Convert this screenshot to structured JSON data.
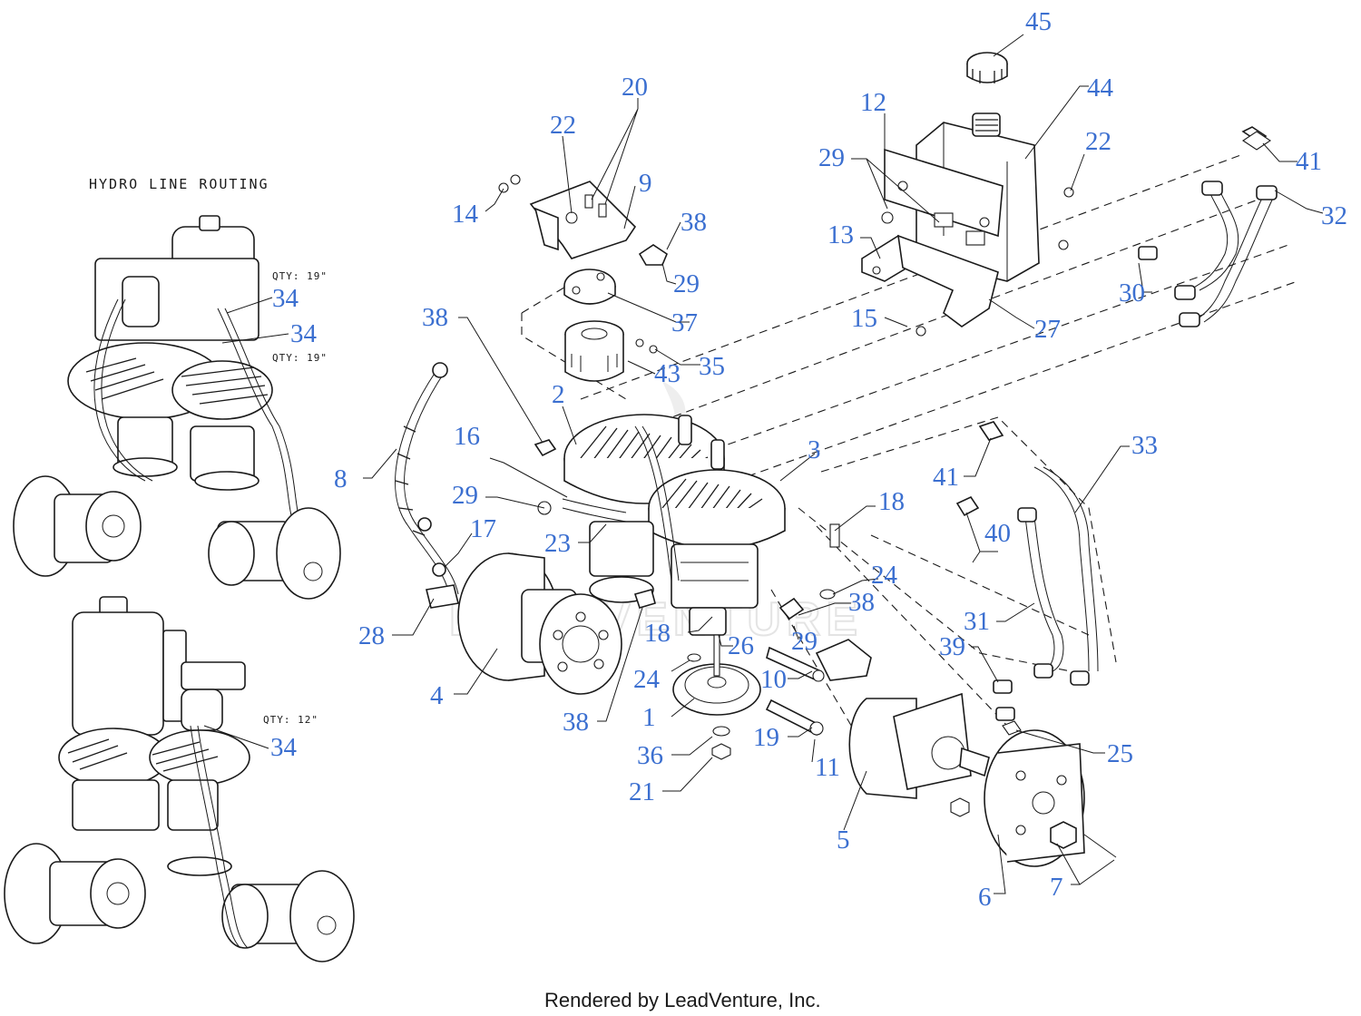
{
  "diagram": {
    "inset_title": "HYDRO LINE ROUTING",
    "qty_notes": [
      "QTY: 19\"",
      "QTY: 19\"",
      "QTY: 12\""
    ],
    "watermark": "LEADVENTURE",
    "footer": "Rendered by LeadVenture, Inc.",
    "callout_color": "#3b6fd0",
    "callouts": [
      "45",
      "44",
      "12",
      "22",
      "29",
      "41",
      "32",
      "30",
      "13",
      "15",
      "27",
      "20",
      "22",
      "9",
      "14",
      "38",
      "29",
      "37",
      "35",
      "43",
      "38",
      "2",
      "16",
      "3",
      "29",
      "23",
      "18",
      "17",
      "8",
      "28",
      "4",
      "24",
      "38",
      "18",
      "26",
      "29",
      "24",
      "10",
      "1",
      "38",
      "19",
      "11",
      "36",
      "21",
      "5",
      "6",
      "7",
      "41",
      "40",
      "33",
      "31",
      "39",
      "25",
      "34",
      "34",
      "34"
    ]
  }
}
